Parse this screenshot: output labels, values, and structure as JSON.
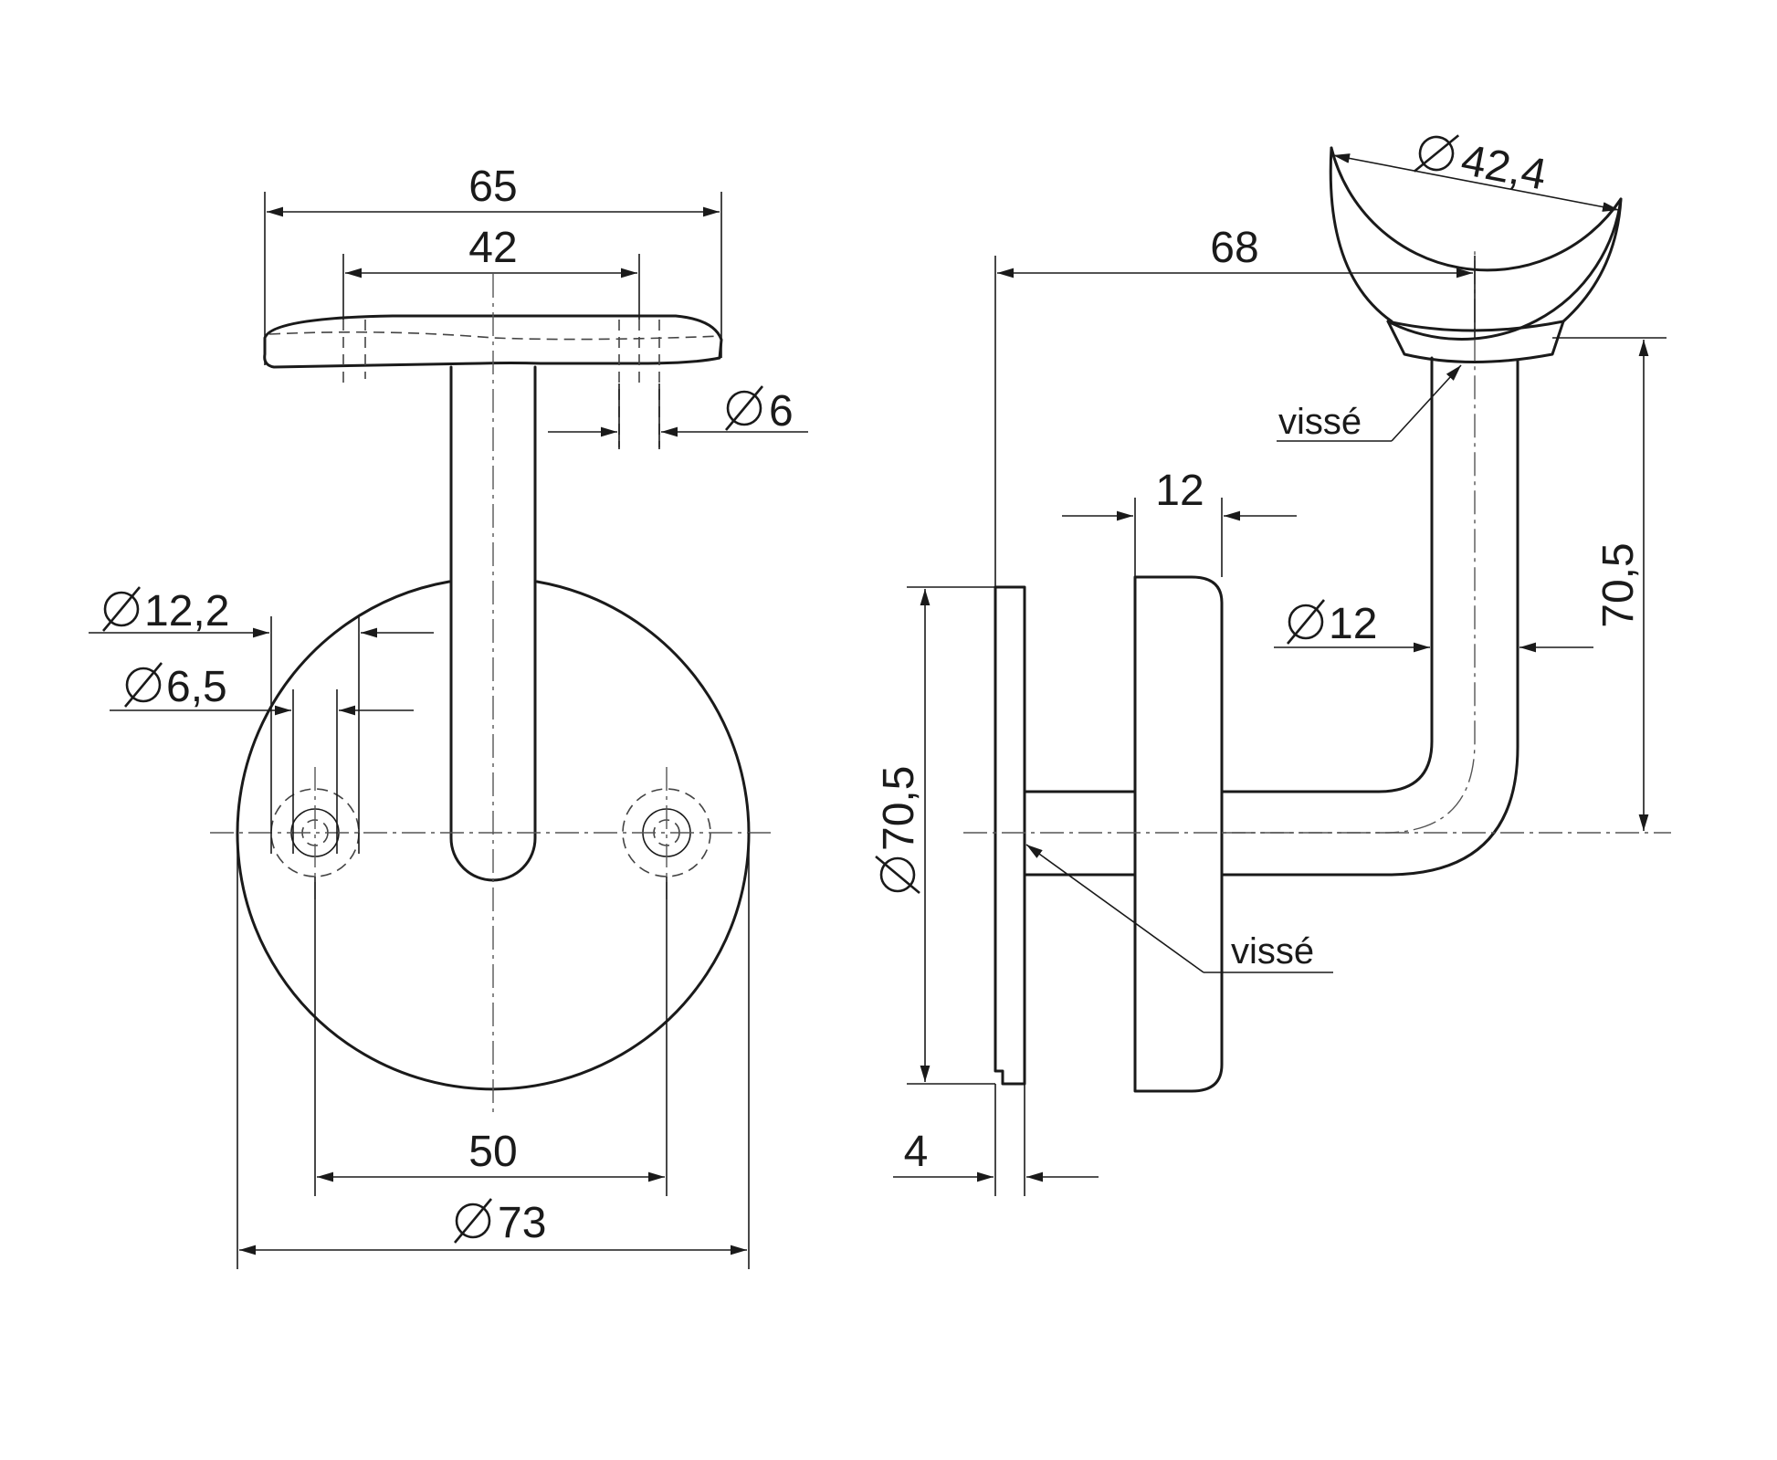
{
  "diagram": {
    "front_view": {
      "dims": {
        "top_width": "65",
        "inner_width": "42",
        "screw_hole": "6",
        "outer_counterbore": "12,2",
        "inner_counterbore": "6,5",
        "hole_spacing": "50",
        "plate_diameter": "73"
      }
    },
    "side_view": {
      "dims": {
        "saddle_diameter": "42,4",
        "projection": "68",
        "pad_thickness": "12",
        "rod_diameter": "12",
        "height": "70,5",
        "plate_diameter": "70,5",
        "plate_thickness": "4"
      },
      "notes": {
        "screwed_top": "vissé",
        "screwed_bottom": "vissé"
      }
    },
    "symbols": {
      "diameter": "Ø"
    }
  }
}
